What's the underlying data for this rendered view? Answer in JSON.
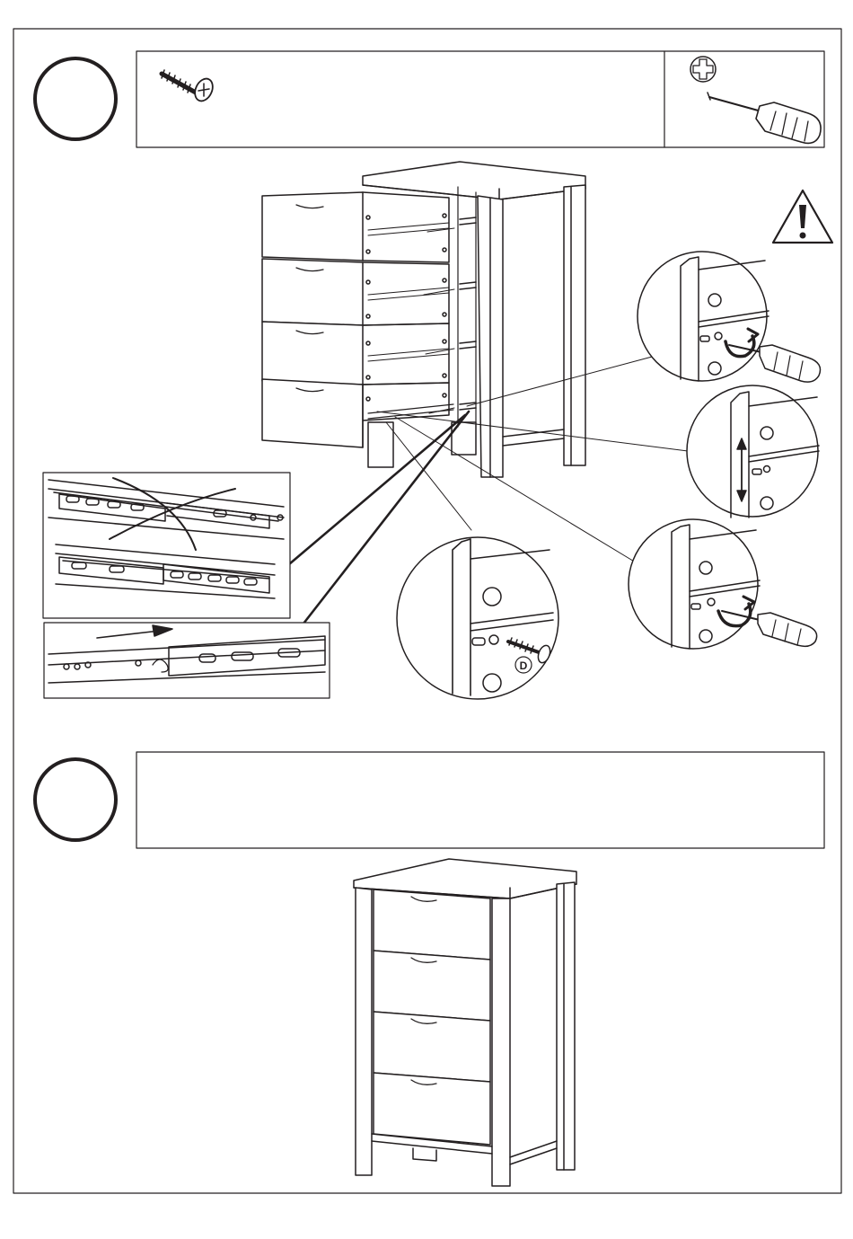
{
  "steps": [
    {
      "number": "",
      "parts": [
        "D"
      ],
      "tools": [
        "phillips-screwdriver"
      ]
    },
    {
      "number": ""
    }
  ],
  "labels": {
    "screw_d": "D"
  },
  "colors": {
    "ink": "#231f20",
    "paper": "#ffffff"
  },
  "icons": [
    "screw-icon",
    "phillips-head-icon",
    "screwdriver-icon",
    "warning-icon",
    "rotate-arrow-icon",
    "up-down-arrow-icon",
    "push-arrow-icon",
    "cross-out-mark-icon"
  ]
}
